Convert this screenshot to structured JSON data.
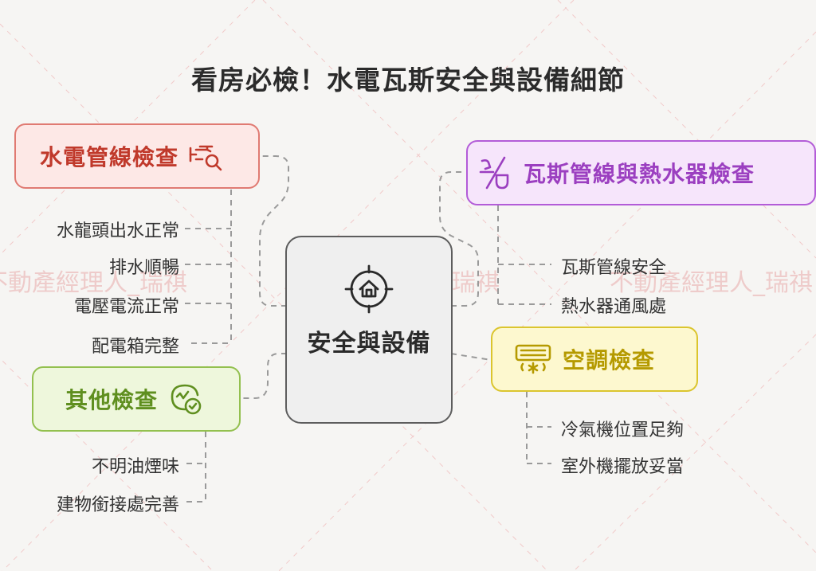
{
  "title": "看房必檢！水電瓦斯安全與設備細節",
  "watermark": "不動產經理人_瑞祺",
  "center": {
    "label": "安全與設備",
    "icon": "house-target-icon"
  },
  "branches": {
    "water": {
      "label": "水電管線檢查",
      "icon": "pipe-search-icon",
      "color": "#e07a72",
      "items": [
        "水龍頭出水正常",
        "排水順暢",
        "電壓電流正常",
        "配電箱完整"
      ]
    },
    "gas": {
      "label": "瓦斯管線與熱水器檢查",
      "icon": "gas-faucet-icon",
      "color": "#b35cd8",
      "items": [
        "瓦斯管線安全",
        "熱水器通風處"
      ]
    },
    "ac": {
      "label": "空調檢查",
      "icon": "air-conditioner-icon",
      "color": "#dbc52e",
      "items": [
        "冷氣機位置足夠",
        "室外機擺放妥當"
      ]
    },
    "other": {
      "label": "其他檢查",
      "icon": "check-gauge-icon",
      "color": "#93c04f",
      "items": [
        "不明油煙味",
        "建物銜接處完善"
      ]
    }
  }
}
